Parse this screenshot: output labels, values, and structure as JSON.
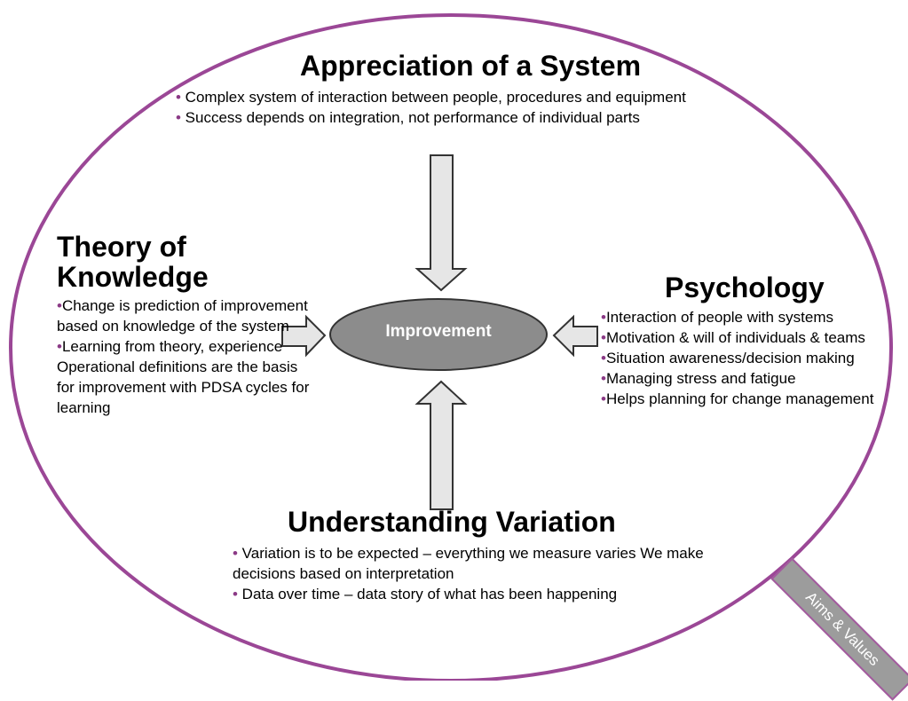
{
  "colors": {
    "ring": "#9b4796",
    "arrow_fill": "#e6e6e6",
    "arrow_stroke": "#333333",
    "center_fill": "#8c8c8c",
    "bullet": "#8b3a86",
    "tag_fill": "#9c9c9c"
  },
  "center": {
    "label": "Improvement"
  },
  "sections": {
    "appreciation": {
      "title": "Appreciation of a System",
      "bullets": [
        " Complex system of interaction between people, procedures and equipment",
        " Success depends on integration, not performance of individual parts"
      ]
    },
    "theory": {
      "title": "Theory of Knowledge",
      "bullets": [
        "Change is prediction of improvement  based on knowledge of the system",
        "Learning from theory, experience Operational definitions are the basis   for improvement with PDSA cycles for learning"
      ]
    },
    "psychology": {
      "title": "Psychology",
      "bullets": [
        "Interaction of people with systems",
        "Motivation & will of individuals & teams",
        "Situation awareness/decision making",
        "Managing stress and fatigue",
        "Helps planning for change management"
      ]
    },
    "variation": {
      "title": "Understanding Variation",
      "bullets": [
        " Variation is to be expected – everything we measure varies  We make decisions based on interpretation",
        " Data over time – data story of what has been happening"
      ]
    }
  },
  "tag": {
    "label": "Aims & Values",
    "icon": "magnifier-handle"
  }
}
